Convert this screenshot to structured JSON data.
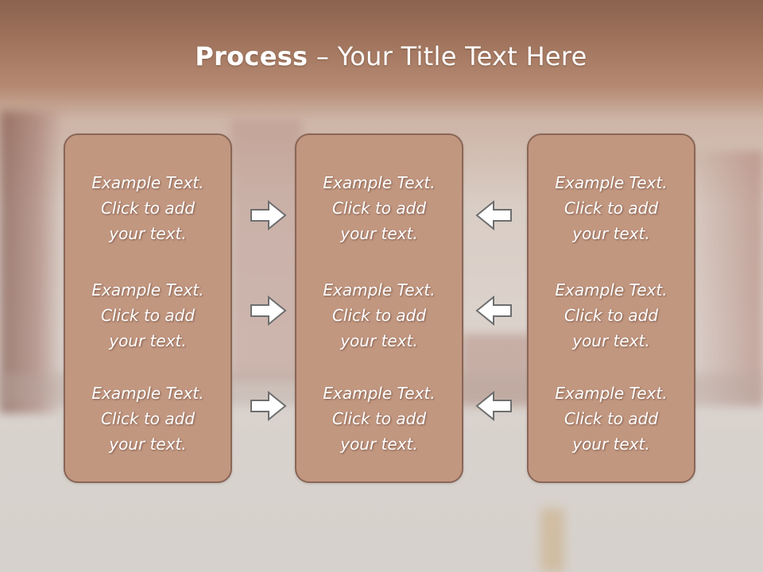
{
  "slide": {
    "title_bold": "Process",
    "title_rest": " – Your Title Text Here"
  },
  "columns": [
    {
      "items": [
        {
          "line1": "Example Text.",
          "line2": "Click  to add",
          "line3": "your text."
        },
        {
          "line1": "Example Text.",
          "line2": "Click  to add",
          "line3": "your text."
        },
        {
          "line1": "Example Text.",
          "line2": "Click  to add",
          "line3": "your text."
        }
      ]
    },
    {
      "items": [
        {
          "line1": "Example Text.",
          "line2": "Click  to add",
          "line3": "your text."
        },
        {
          "line1": "Example Text.",
          "line2": "Click  to add",
          "line3": "your text."
        },
        {
          "line1": "Example Text.",
          "line2": "Click  to add",
          "line3": "your text."
        }
      ]
    },
    {
      "items": [
        {
          "line1": "Example Text.",
          "line2": "Click  to add",
          "line3": "your text."
        },
        {
          "line1": "Example Text.",
          "line2": "Click  to add",
          "line3": "your text."
        },
        {
          "line1": "Example Text.",
          "line2": "Click  to add",
          "line3": "your text."
        }
      ]
    }
  ],
  "icons": {
    "left_arrows": [
      "arrow-right-icon",
      "arrow-right-icon",
      "arrow-right-icon"
    ],
    "right_arrows": [
      "arrow-left-icon",
      "arrow-left-icon",
      "arrow-left-icon"
    ]
  },
  "colors": {
    "box_fill": "#c29780",
    "box_border": "#8a6656",
    "arrow_fill": "#ffffff",
    "arrow_stroke": "#6e6e6e",
    "title_bar": "#9b6f58"
  }
}
